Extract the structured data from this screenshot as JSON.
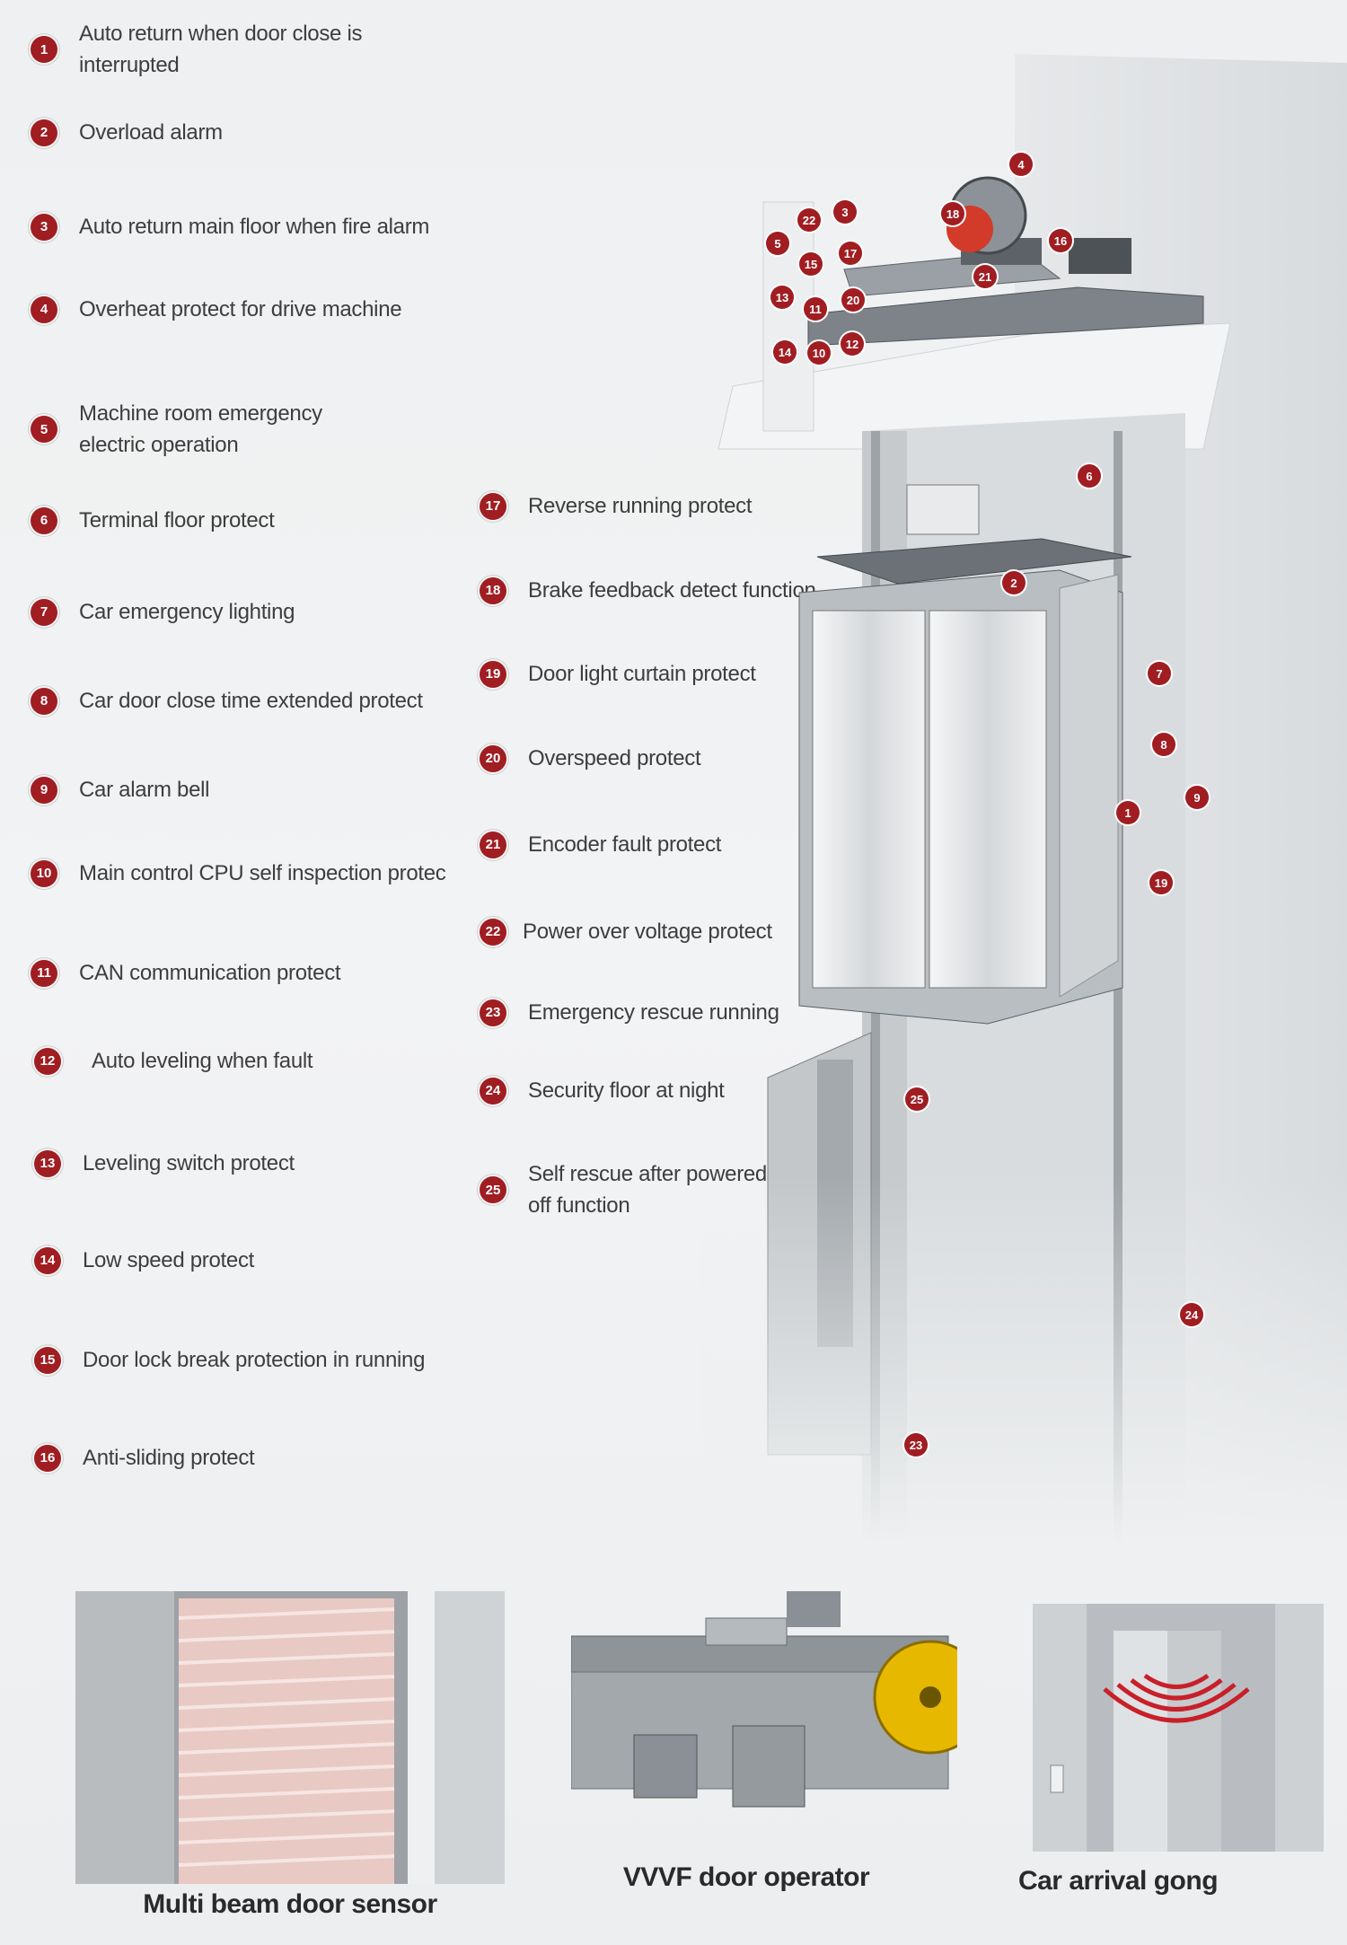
{
  "features_left": [
    {
      "num": "1",
      "label": "Auto return when door close is interrupted"
    },
    {
      "num": "2",
      "label": "Overload alarm"
    },
    {
      "num": "3",
      "label": "Auto return main floor when fire alarm"
    },
    {
      "num": "4",
      "label": "Overheat protect for drive machine"
    },
    {
      "num": "5",
      "label": "Machine room emergency electric operation"
    },
    {
      "num": "6",
      "label": "Terminal floor protect"
    },
    {
      "num": "7",
      "label": "Car emergency lighting"
    },
    {
      "num": "8",
      "label": "Car door close time extended protect"
    },
    {
      "num": "9",
      "label": "Car alarm bell"
    },
    {
      "num": "10",
      "label": "Main control CPU self inspection protec"
    },
    {
      "num": "11",
      "label": "CAN communication protect"
    },
    {
      "num": "12",
      "label": "Auto leveling when fault"
    },
    {
      "num": "13",
      "label": "Leveling switch protect"
    },
    {
      "num": "14",
      "label": "Low speed protect"
    },
    {
      "num": "15",
      "label": "Door lock break protection in running"
    },
    {
      "num": "16",
      "label": "Anti-sliding protect"
    }
  ],
  "features_right": [
    {
      "num": "17",
      "label": "Reverse running protect"
    },
    {
      "num": "18",
      "label": "Brake feedback detect function"
    },
    {
      "num": "19",
      "label": "Door light curtain protect"
    },
    {
      "num": "20",
      "label": "Overspeed protect"
    },
    {
      "num": "21",
      "label": "Encoder fault protect"
    },
    {
      "num": "22",
      "label": "Power over voltage protect"
    },
    {
      "num": "23",
      "label": "Emergency rescue running"
    },
    {
      "num": "24",
      "label": "Security floor at night"
    },
    {
      "num": "25",
      "label": "Self rescue after powered off function"
    }
  ],
  "markers": [
    "4",
    "3",
    "22",
    "5",
    "18",
    "16",
    "15",
    "17",
    "21",
    "13",
    "11",
    "20",
    "12",
    "14",
    "10",
    "6",
    "2",
    "7",
    "8",
    "9",
    "1",
    "19",
    "25",
    "24",
    "23"
  ],
  "photos": {
    "sensor_caption": "Multi beam door sensor",
    "operator_caption": "VVVF door operator",
    "gong_caption": "Car arrival gong"
  },
  "colors": {
    "badge": "#a01d22",
    "machine_red": "#d23a2a",
    "pulley_yellow": "#e6b800"
  }
}
